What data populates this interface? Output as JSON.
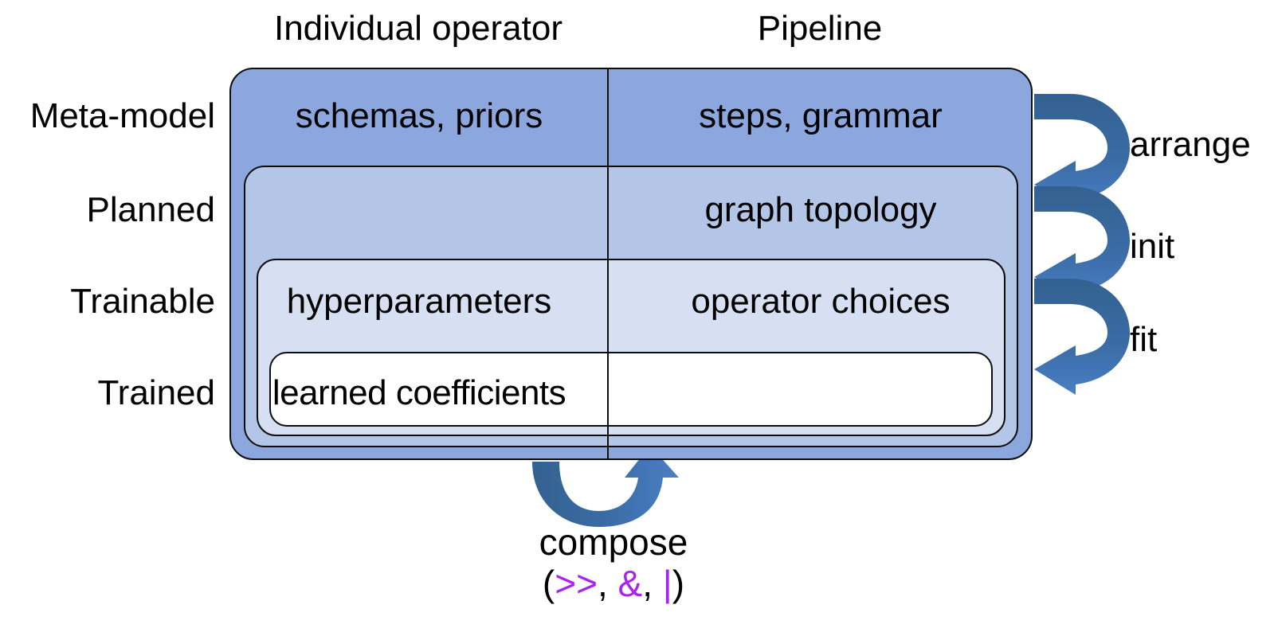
{
  "columns": {
    "operator": "Individual operator",
    "pipeline": "Pipeline"
  },
  "rows": [
    {
      "label": "Meta-model",
      "operator": "schemas, priors",
      "pipeline": "steps, grammar"
    },
    {
      "label": "Planned",
      "operator": "",
      "pipeline": "graph topology"
    },
    {
      "label": "Trainable",
      "operator": "hyperparameters",
      "pipeline": "operator choices"
    },
    {
      "label": "Trained",
      "operator": "learned coefficients",
      "pipeline": ""
    }
  ],
  "lifecycle_arrows": [
    {
      "label": "arrange",
      "icon": "curved-hook-arrow-left-icon"
    },
    {
      "label": "init",
      "icon": "curved-hook-arrow-left-icon"
    },
    {
      "label": "fit",
      "icon": "curved-hook-arrow-left-icon"
    }
  ],
  "compose": {
    "icon": "curved-u-arrow-up-icon",
    "label": "compose",
    "open_paren": "(",
    "operators": [
      ">>",
      "&",
      "|"
    ],
    "separator": ", ",
    "close_paren": ")",
    "operators_line": "(>>, &, |)"
  },
  "colors": {
    "band_meta_model": "#8ca7dd",
    "band_planned": "#b3c6e7",
    "band_trainable": "#d6e0f2",
    "band_trained": "#ffffff",
    "outline": "#0d0d0d",
    "arrow_dark": "#34618f",
    "arrow_light": "#4a7fc4",
    "operator_purple": "#aa22ee",
    "text": "#000000"
  }
}
